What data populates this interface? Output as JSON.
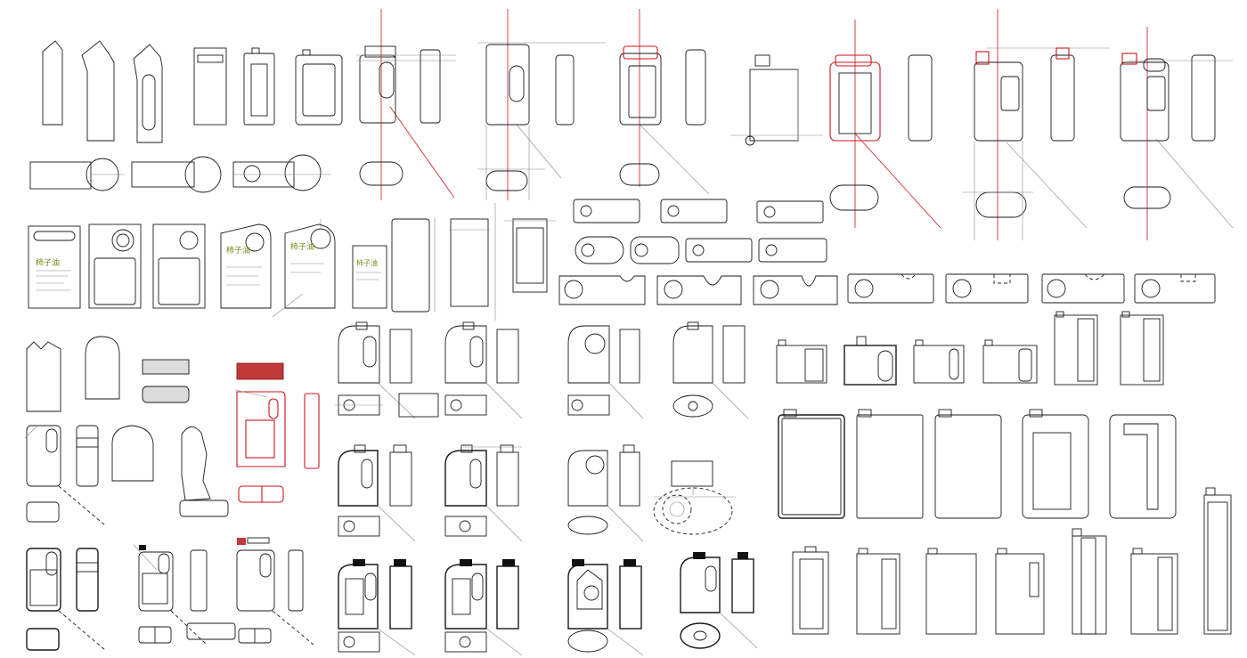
{
  "sheet": {
    "background": "#ffffff",
    "line_color": "#1a1a1a",
    "red_line_color": "#c8161d",
    "accent_fill": "#c0393b",
    "gray_fill": "#dcdcdc",
    "label_text_color": "#7a8a1a"
  },
  "labels": {
    "product_title_1": "柿子油",
    "product_title_2": "柿子油",
    "product_title_3": "柿子油",
    "product_title_4": "柿子油"
  },
  "icons": {
    "bottle": "bottle-outline-icon",
    "jerrycan": "jerrycan-outline-icon",
    "cap": "cap-topview-icon",
    "handle": "handle-slot-icon"
  }
}
